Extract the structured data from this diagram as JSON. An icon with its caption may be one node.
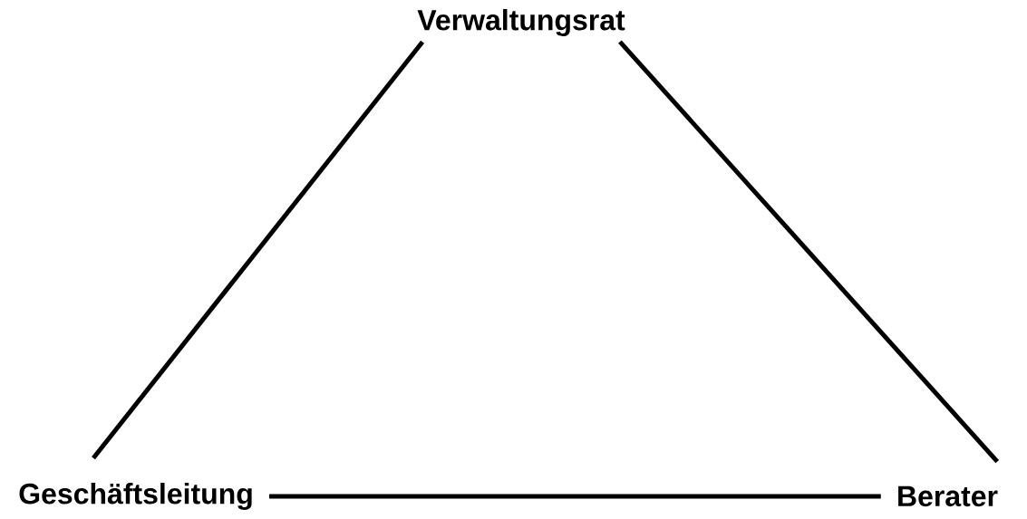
{
  "diagram": {
    "nodes": [
      {
        "text": [
          "Verwaltungsrat"
        ]
      },
      {
        "text": [
          "Geschäftsleitung"
        ]
      },
      {
        "text": [
          "Berater"
        ]
      }
    ],
    "edges": [
      {
        "from": 1,
        "to": 0,
        "arrow": "none"
      },
      {
        "from": 2,
        "to": 0,
        "arrow": "none"
      },
      {
        "from": 1,
        "to": 2,
        "arrow": "none"
      }
    ]
  }
}
